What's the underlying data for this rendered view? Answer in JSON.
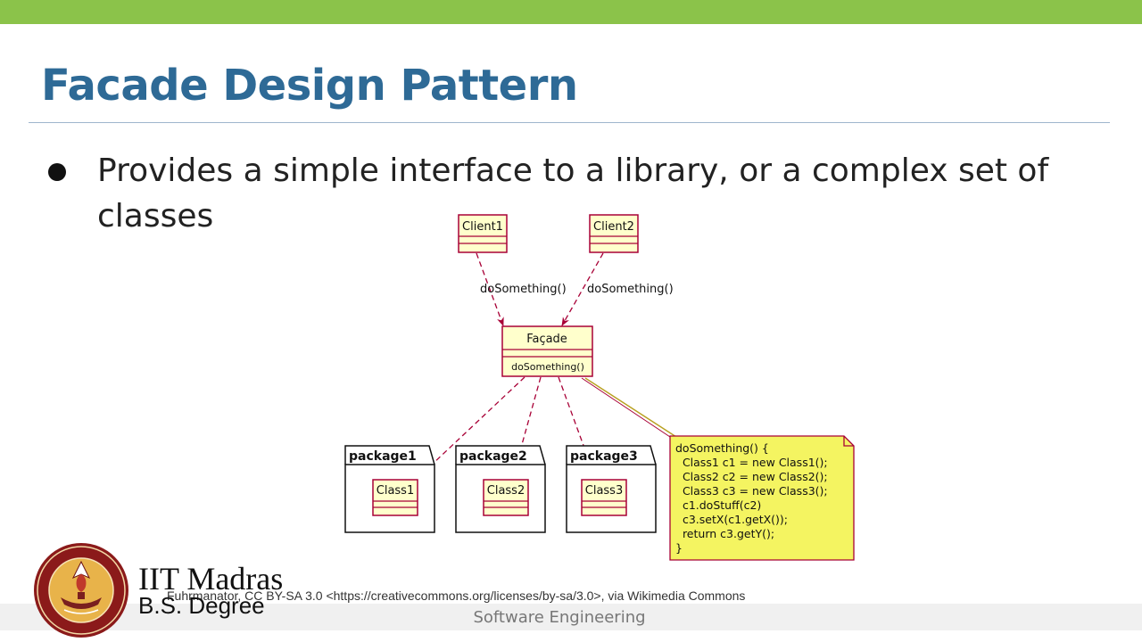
{
  "slide": {
    "title": "Facade Design Pattern",
    "bullet": "Provides a simple interface to a library, or a complex set of classes",
    "footer": "Software Engineering",
    "credit": "Fuhrmanator, CC BY-SA 3.0 <https://creativecommons.org/licenses/by-sa/3.0>, via Wikimedia Commons",
    "brand": {
      "name": "IIT Madras",
      "sub": "B.S. Degree"
    }
  },
  "diagram": {
    "client1": "Client1",
    "client2": "Client2",
    "call1": "doSomething()",
    "call2": "doSomething()",
    "facade": {
      "name": "Façade",
      "method": "doSomething()"
    },
    "packages": [
      {
        "name": "package1",
        "cls": "Class1"
      },
      {
        "name": "package2",
        "cls": "Class2"
      },
      {
        "name": "package3",
        "cls": "Class3"
      }
    ],
    "note": [
      "doSomething() {",
      "  Class1 c1 = new Class1();",
      "  Class2 c2 = new Class2();",
      "  Class3 c3 = new Class3();",
      "  c1.doStuff(c2)",
      "  c3.setX(c1.getX());",
      "  return c3.getY();",
      "}"
    ]
  },
  "colors": {
    "accent_bar": "#8bc34a",
    "title": "#2e6a96",
    "uml_box_fill": "#ffffcc",
    "uml_box_border": "#a80036",
    "note_fill": "#f4f461"
  }
}
